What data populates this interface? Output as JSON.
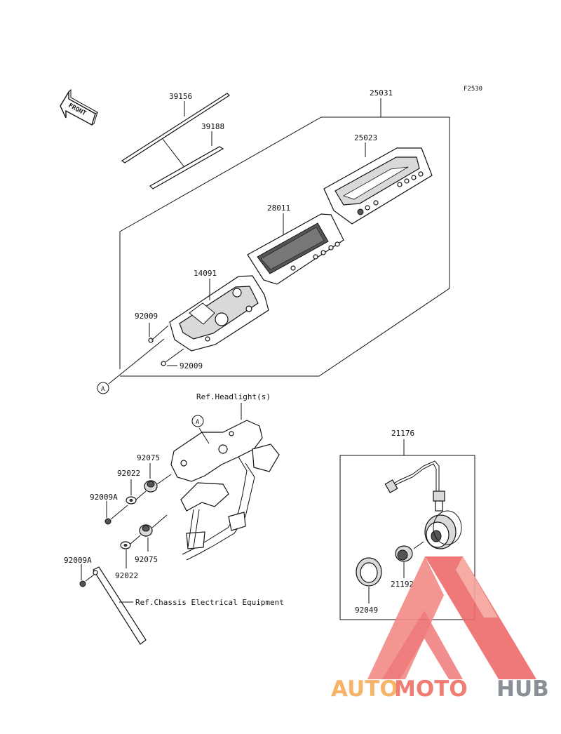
{
  "figure_code": "F2530",
  "front_label": "FRONT",
  "ref_a": "A",
  "parts": {
    "p39156": "39156",
    "p39188": "39188",
    "p25031": "25031",
    "p25023": "25023",
    "p28011": "28011",
    "p14091": "14091",
    "p92009a": "92009",
    "p92009b": "92009",
    "p92075a": "92075",
    "p92022a": "92022",
    "p92009Aa": "92009A",
    "p92075b": "92075",
    "p92022b": "92022",
    "p92009Ab": "92009A",
    "p21176": "21176",
    "p21192": "21192",
    "p92049": "92049"
  },
  "refs": {
    "headlight": "Ref.Headlight(s)",
    "chassis": "Ref.Chassis Electrical Equipment"
  },
  "watermark": {
    "auto": "AUTO",
    "moto": "MOTO",
    "hub": "HUB",
    "colors": {
      "auto": "#f6b36a",
      "moto": "#ef7d72",
      "hub": "#8a8f98",
      "logo": "#ee6b6b"
    }
  }
}
